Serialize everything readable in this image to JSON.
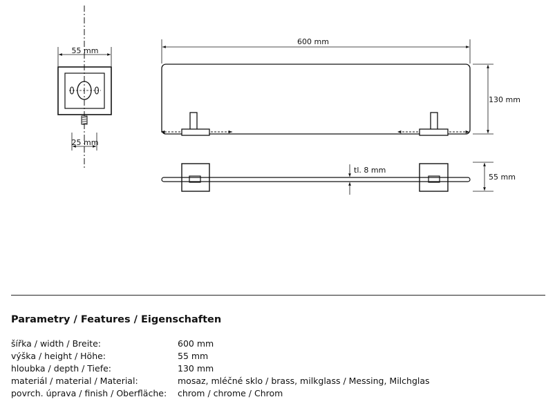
{
  "dimensions": {
    "side_width": "55 mm",
    "mount_width": "25 mm",
    "length": "600 mm",
    "height": "130 mm",
    "thickness": "tl. 8 mm",
    "depth": "55 mm"
  },
  "spec": {
    "title": "Parametry / Features / Eigenschaften",
    "rows": [
      {
        "label": "šířka / width / Breite:",
        "value": "600 mm"
      },
      {
        "label": "výška / height / Höhe:",
        "value": "55 mm"
      },
      {
        "label": "hloubka / depth / Tiefe:",
        "value": "130 mm"
      },
      {
        "label": "materiál / material / Material:",
        "value": "mosaz, mléčné sklo / brass, milkglass / Messing, Milchglas"
      },
      {
        "label": "povrch. úprava / finish / Oberfläche:",
        "value": "chrom / chrome / Chrom"
      }
    ]
  },
  "colors": {
    "line": "#111111",
    "background": "#ffffff"
  }
}
